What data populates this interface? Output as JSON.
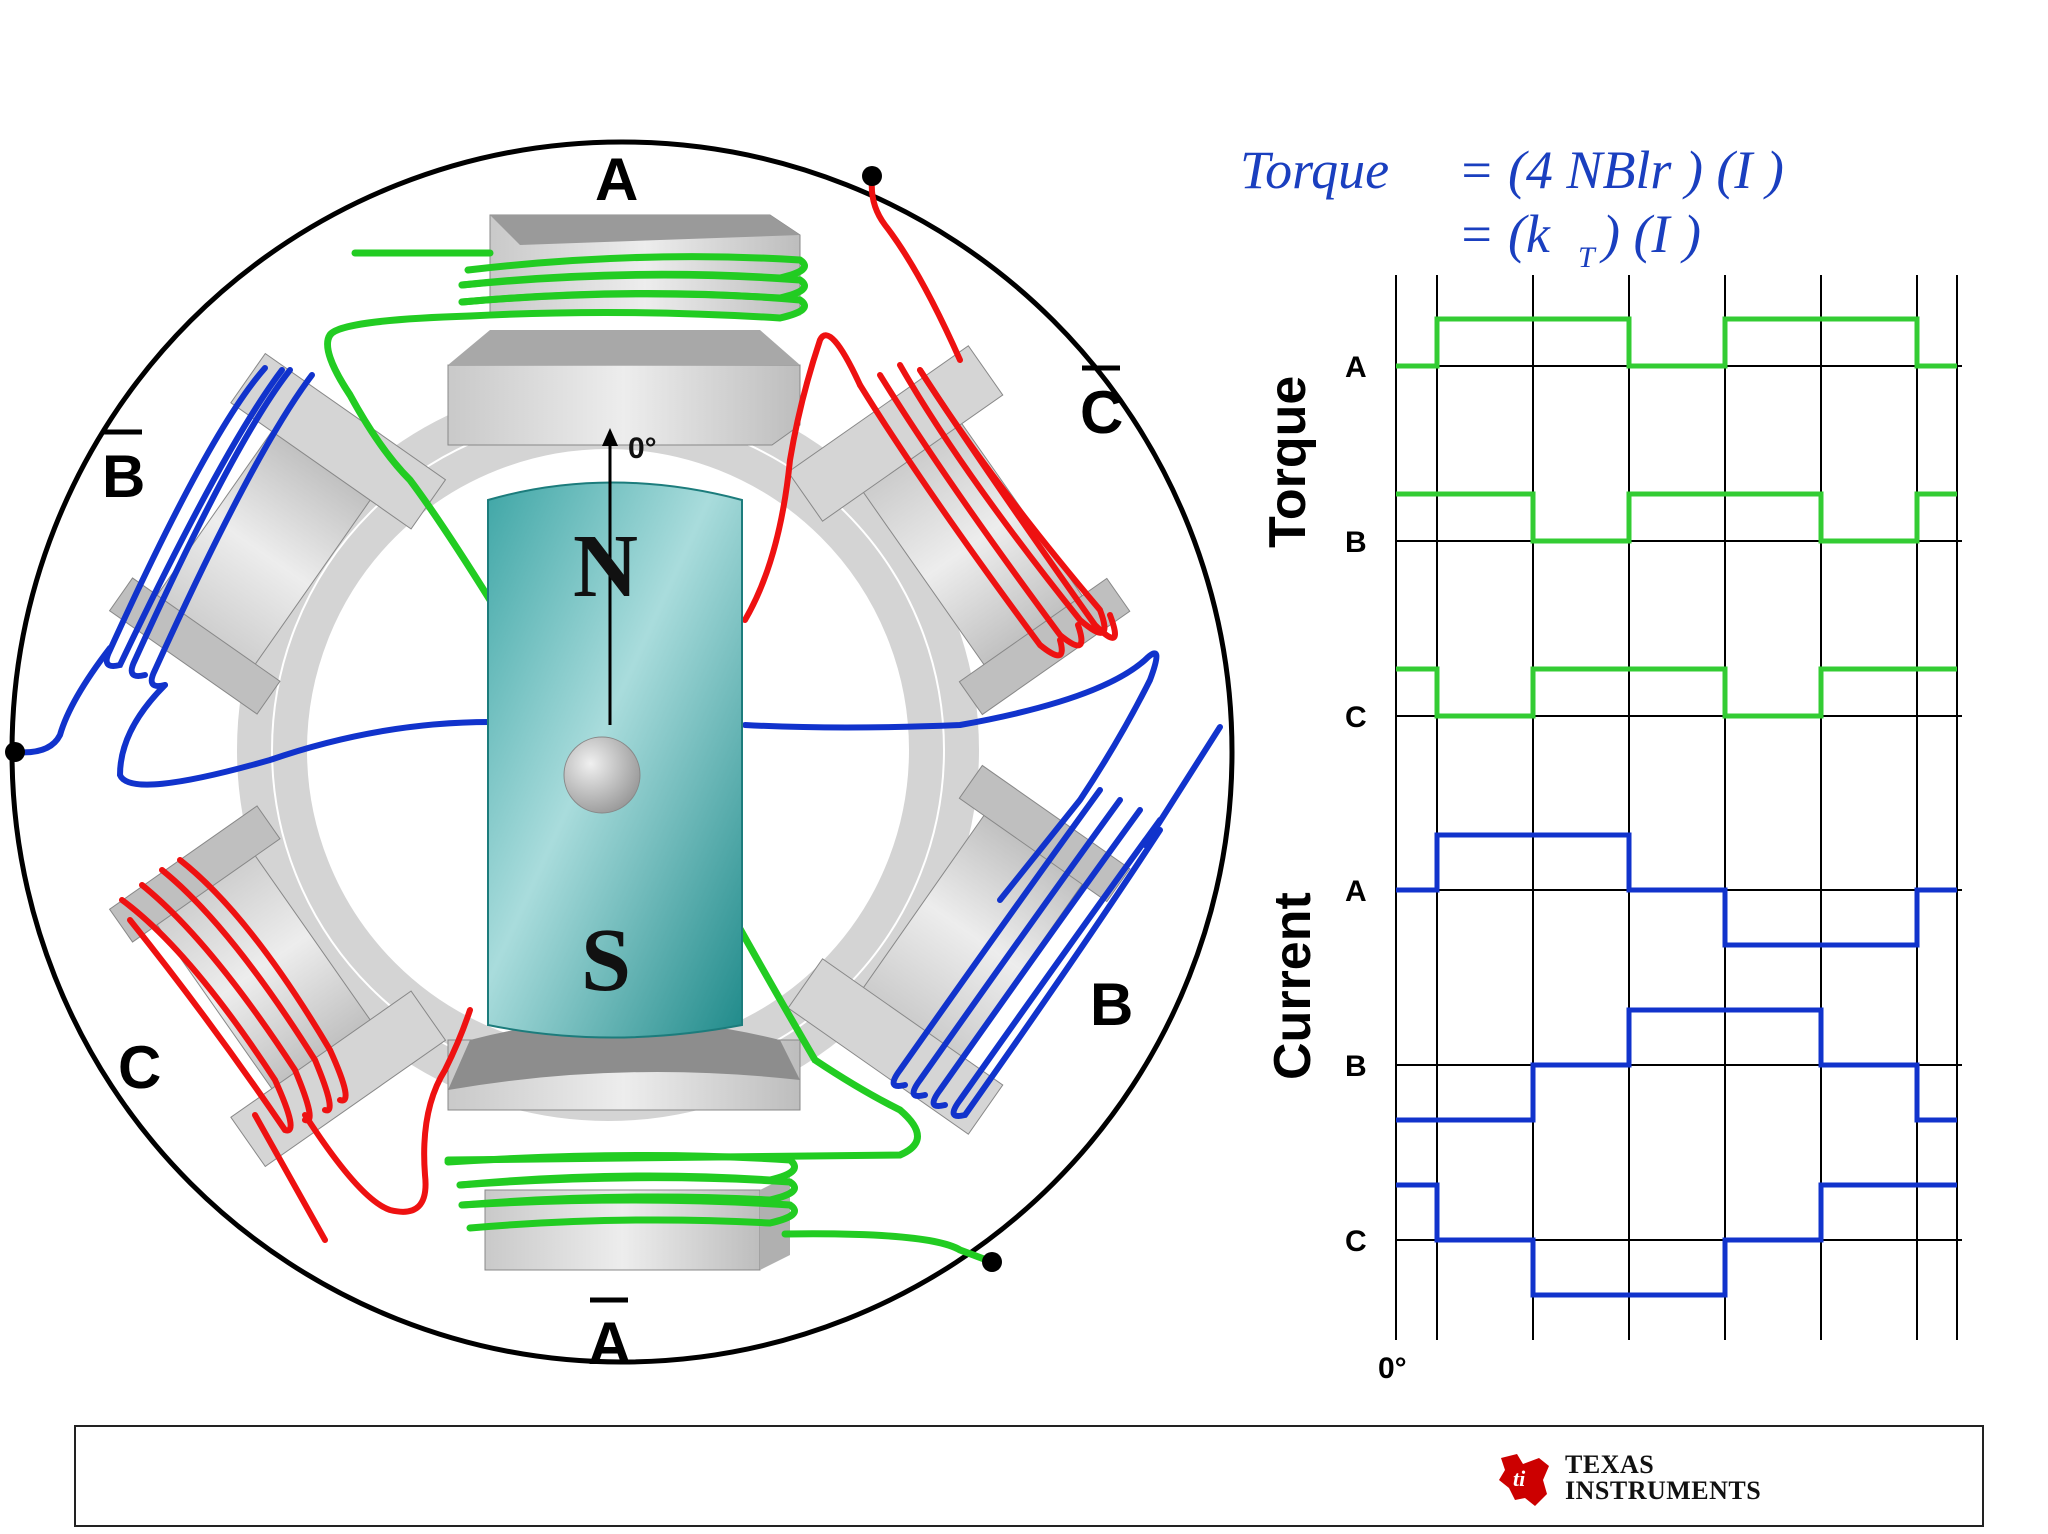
{
  "motor": {
    "pole_labels": {
      "A": "A",
      "A_bar": "A",
      "B": "B",
      "B_bar": "B",
      "C": "C",
      "C_bar": "C"
    },
    "rotor": {
      "north": "N",
      "south": "S",
      "angle_label": "0°"
    },
    "phase_colors": {
      "A": "#1cc41c",
      "B": "#1133cc",
      "C": "#ee1111"
    }
  },
  "formula": {
    "line1_lhs": "Torque",
    "line1_rhs": "= (4 NBlr ) (I )",
    "line2_rhs": "= (k",
    "line2_sub": "T",
    "line2_tail": ") (I )",
    "color": "#1a3fbf"
  },
  "chart_data": {
    "type": "line",
    "title": "",
    "x_start_label": "0°",
    "steps_per_cycle": 6,
    "groups": [
      {
        "name": "Torque",
        "color": "#33cc33",
        "series": [
          {
            "name": "A",
            "values": [
              0,
              1,
              1,
              0,
              1,
              1,
              0
            ]
          },
          {
            "name": "B",
            "values": [
              1,
              1,
              0,
              1,
              1,
              0,
              1
            ]
          },
          {
            "name": "C",
            "values": [
              1,
              0,
              1,
              1,
              0,
              1,
              1
            ]
          }
        ]
      },
      {
        "name": "Current",
        "color": "#1133cc",
        "series": [
          {
            "name": "A",
            "values": [
              0,
              1,
              1,
              0,
              -1,
              -1,
              0
            ]
          },
          {
            "name": "B",
            "values": [
              -1,
              -1,
              0,
              1,
              1,
              0,
              -1
            ]
          },
          {
            "name": "C",
            "values": [
              1,
              0,
              -1,
              -1,
              0,
              1,
              1
            ]
          }
        ]
      }
    ]
  },
  "footer": {
    "brand_line1": "TEXAS",
    "brand_line2": "INSTRUMENTS",
    "logo_color": "#cc0000"
  }
}
